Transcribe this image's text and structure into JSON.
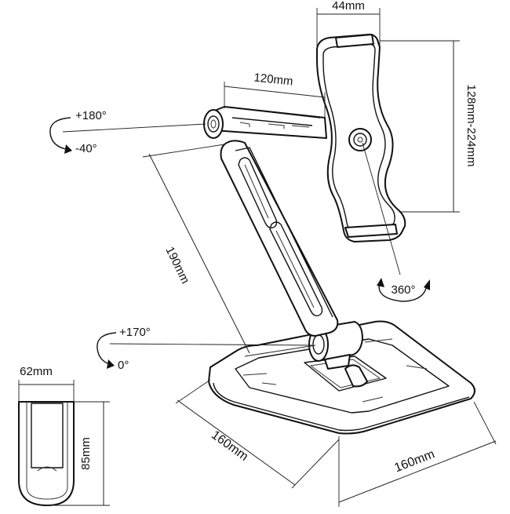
{
  "dimensions": {
    "tablet_holder_depth": "44mm",
    "arm_top_length": "120mm",
    "tablet_clamp_range": "128mm-224mm",
    "arm_main_length": "190mm",
    "base_depth": "160mm",
    "base_width": "160mm",
    "side_view_depth": "62mm",
    "side_view_height": "85mm"
  },
  "rotations": {
    "top_joint_up": "+180°",
    "top_joint_down": "-40°",
    "bottom_joint_up": "+170°",
    "bottom_joint_down": "0°",
    "holder_rotation": "360°"
  },
  "icons": {
    "rotation_arrow": "curved-rotation-arrow-icon"
  },
  "colors": {
    "line": "#111111",
    "background": "#ffffff"
  }
}
